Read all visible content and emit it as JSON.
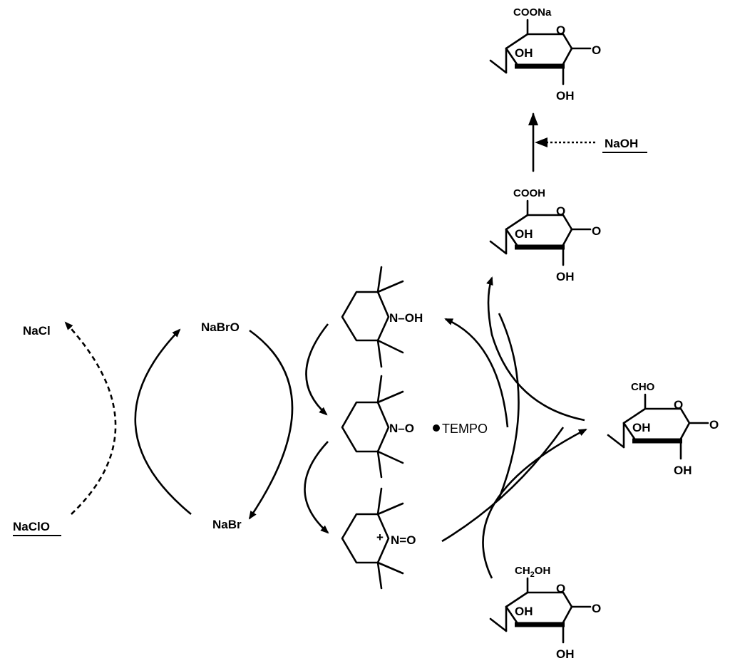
{
  "reagents": {
    "nacl": "NaCl",
    "naclo": "NaClO",
    "nabro": "NaBrO",
    "nabr": "NaBr",
    "naoh": "NaOH"
  },
  "tempo": {
    "hydroxylamine_group": "N–OH",
    "radical_group": "N–O",
    "radical_label": "TEMPO",
    "oxoammonium_charge": "+",
    "oxoammonium_group": "N=O"
  },
  "sugars": {
    "carboxylate": {
      "substituent": "COONa",
      "ring_o": "O",
      "oh3": "OH",
      "oh2": "OH",
      "link_o": "O"
    },
    "carboxylic_acid": {
      "substituent": "COOH",
      "ring_o": "O",
      "oh3": "OH",
      "oh2": "OH",
      "link_o": "O"
    },
    "aldehyde": {
      "substituent": "CHO",
      "ring_o": "O",
      "oh3": "OH",
      "oh2": "OH",
      "link_o": "O"
    },
    "primary_alcohol": {
      "substituent_prefix": "CH",
      "substituent_sub": "2",
      "substituent_suffix": "OH",
      "ring_o": "O",
      "oh3": "OH",
      "oh2": "OH",
      "link_o": "O"
    }
  },
  "colors": {
    "ink": "#000000",
    "background": "#ffffff"
  }
}
